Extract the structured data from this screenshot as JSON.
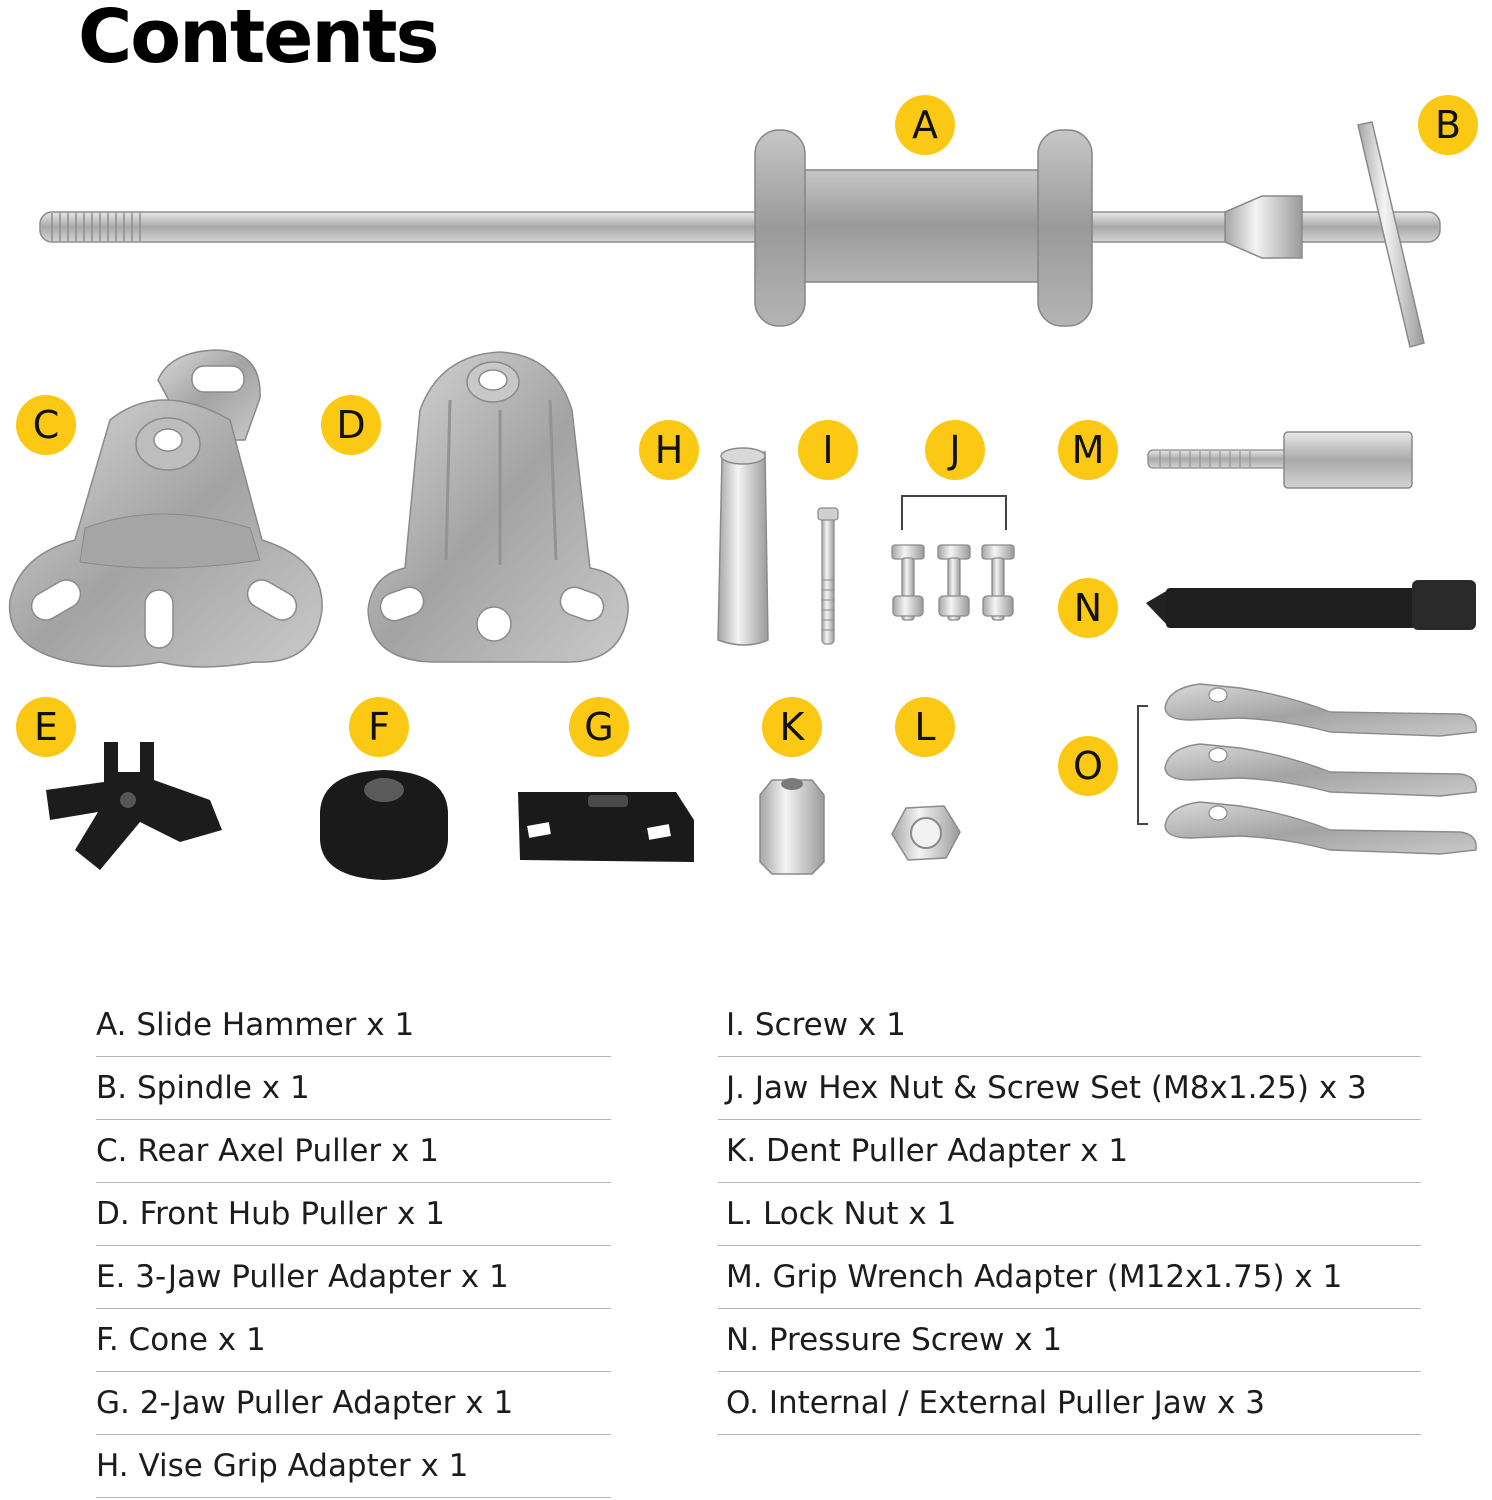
{
  "title": "Contents",
  "badges": {
    "a": "A",
    "b": "B",
    "c": "C",
    "d": "D",
    "e": "E",
    "f": "F",
    "g": "G",
    "h": "H",
    "i": "I",
    "j": "J",
    "k": "K",
    "l": "L",
    "m": "M",
    "n": "N",
    "o": "O"
  },
  "colors": {
    "badge": "#FBC913",
    "metal": "#b8b8b8",
    "black_part": "#1a1a1a"
  },
  "parts_left": [
    "A. Slide Hammer x 1",
    "B. Spindle x 1",
    "C. Rear Axel Puller x 1",
    "D. Front Hub Puller x 1",
    "E. 3-Jaw Puller Adapter x 1",
    "F. Cone x 1",
    "G. 2-Jaw Puller Adapter x 1",
    "H. Vise Grip Adapter x 1"
  ],
  "parts_right": [
    "I. Screw x 1",
    "J. Jaw Hex Nut & Screw Set (M8x1.25) x 3",
    "K. Dent Puller Adapter x 1",
    "L. Lock Nut x 1",
    "M. Grip Wrench Adapter (M12x1.75) x 1",
    "N. Pressure Screw x 1",
    "O. Internal / External Puller Jaw x 3"
  ]
}
